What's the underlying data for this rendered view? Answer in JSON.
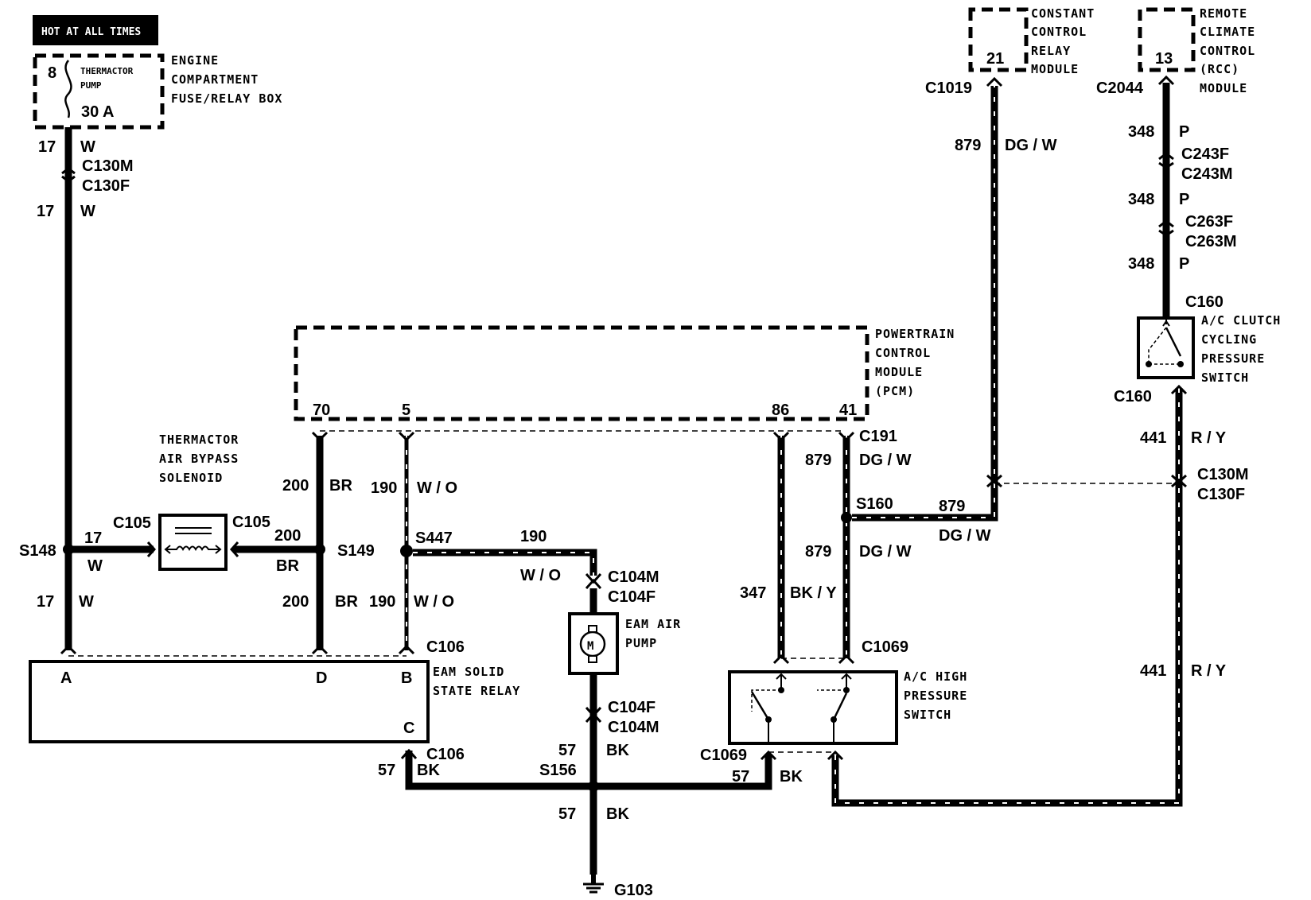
{
  "banner": "HOT AT ALL TIMES",
  "fuse_box": {
    "fuse_number": "8",
    "fuse_name_line1": "THERMACTOR",
    "fuse_name_line2": "PUMP",
    "rating": "30 A",
    "label_line1": "ENGINE",
    "label_line2": "COMPARTMENT",
    "label_line3": "FUSE/RELAY BOX"
  },
  "ccrm": {
    "pin": "21",
    "line1": "CONSTANT",
    "line2": "CONTROL",
    "line3": "RELAY",
    "line4": "MODULE",
    "connector": "C1019"
  },
  "rcc": {
    "pin": "13",
    "line1": "REMOTE",
    "line2": "CLIMATE",
    "line3": "CONTROL",
    "line4": "(RCC)",
    "line5": "MODULE",
    "connector": "C2044"
  },
  "pcm": {
    "line1": "POWERTRAIN",
    "line2": "CONTROL",
    "line3": "MODULE",
    "line4": "(PCM)",
    "pins": [
      "70",
      "5",
      "86",
      "41"
    ],
    "connector": "C191"
  },
  "solenoid": {
    "line1": "THERMACTOR",
    "line2": "AIR BYPASS",
    "line3": "SOLENOID",
    "connector_left": "C105",
    "connector_right": "C105"
  },
  "relay": {
    "line1": "EAM SOLID",
    "line2": "STATE RELAY",
    "pin_a": "A",
    "pin_d": "D",
    "pin_b": "B",
    "pin_c": "C",
    "connector_top": "C106",
    "connector_bottom": "C106"
  },
  "pump": {
    "line1": "EAM AIR",
    "line2": "PUMP",
    "symbol": "M",
    "conn_top_1": "C104M",
    "conn_top_2": "C104F",
    "conn_bot_1": "C104F",
    "conn_bot_2": "C104M"
  },
  "hp_switch": {
    "line1": "A/C HIGH",
    "line2": "PRESSURE",
    "line3": "SWITCH",
    "connector_top": "C1069",
    "connector_bottom": "C1069"
  },
  "cycling_switch": {
    "line1": "A/C CLUTCH",
    "line2": "CYCLING",
    "line3": "PRESSURE",
    "line4": "SWITCH",
    "connector_top": "C160",
    "connector_bottom": "C160"
  },
  "ground": {
    "label": "G103"
  },
  "splices": {
    "s148": "S148",
    "s149": "S149",
    "s447": "S447",
    "s160": "S160",
    "s156": "S156"
  },
  "connectors": {
    "c130m_left": "C130M",
    "c130f_left": "C130F",
    "c243f": "C243F",
    "c243m": "C243M",
    "c263f": "C263F",
    "c263m": "C263M",
    "c130m_right": "C130M",
    "c130f_right": "C130F"
  },
  "wires": {
    "w17_1": "17",
    "w17_1c": "W",
    "w17_2": "17",
    "w17_2c": "W",
    "w17_3": "17",
    "w17_3c": "W",
    "w17_4": "17",
    "w17_4c": "W",
    "w200_1": "200",
    "w200_1c": "BR",
    "w200_2": "200",
    "w200_2c": "BR",
    "w200_3": "200",
    "w200_3c": "BR",
    "w190_1": "190",
    "w190_1c": "W / O",
    "w190_2": "190",
    "w190_2c": "W / O",
    "w190_3": "190",
    "w190_3c": "W / O",
    "w347": "347",
    "w347c": "BK / Y",
    "w879_1": "879",
    "w879_1c": "DG / W",
    "w879_2": "879",
    "w879_2c": "DG / W",
    "w879_3": "879",
    "w879_3c": "DG / W",
    "w879_4": "879",
    "w879_4c": "DG / W",
    "w348_1": "348",
    "w348_1c": "P",
    "w348_2": "348",
    "w348_2c": "P",
    "w348_3": "348",
    "w348_3c": "P",
    "w441_1": "441",
    "w441_1c": "R / Y",
    "w441_2": "441",
    "w441_2c": "R / Y",
    "w57_1": "57",
    "w57_1c": "BK",
    "w57_2": "57",
    "w57_2c": "BK",
    "w57_3": "57",
    "w57_3c": "BK",
    "w57_4": "57",
    "w57_4c": "BK"
  }
}
